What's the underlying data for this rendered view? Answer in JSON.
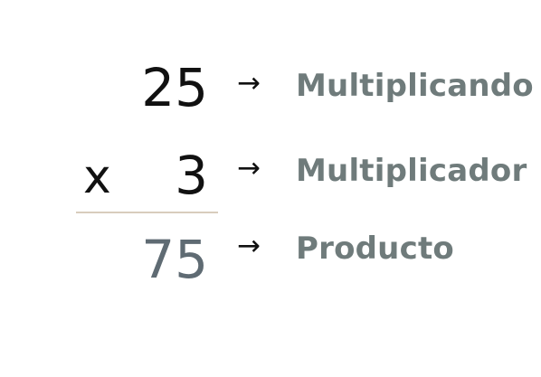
{
  "multiplication": {
    "multiplicand": "25",
    "multiplier": "3",
    "operator": "x",
    "product": "75",
    "arrow": "→"
  },
  "labels": {
    "multiplicand": "Multiplicando",
    "multiplier": "Multiplicador",
    "product": "Producto"
  },
  "colors": {
    "numbers": "#111111",
    "product": "#5f6b73",
    "labels": "#6f7b7b",
    "rule": "#d8cdbd"
  }
}
